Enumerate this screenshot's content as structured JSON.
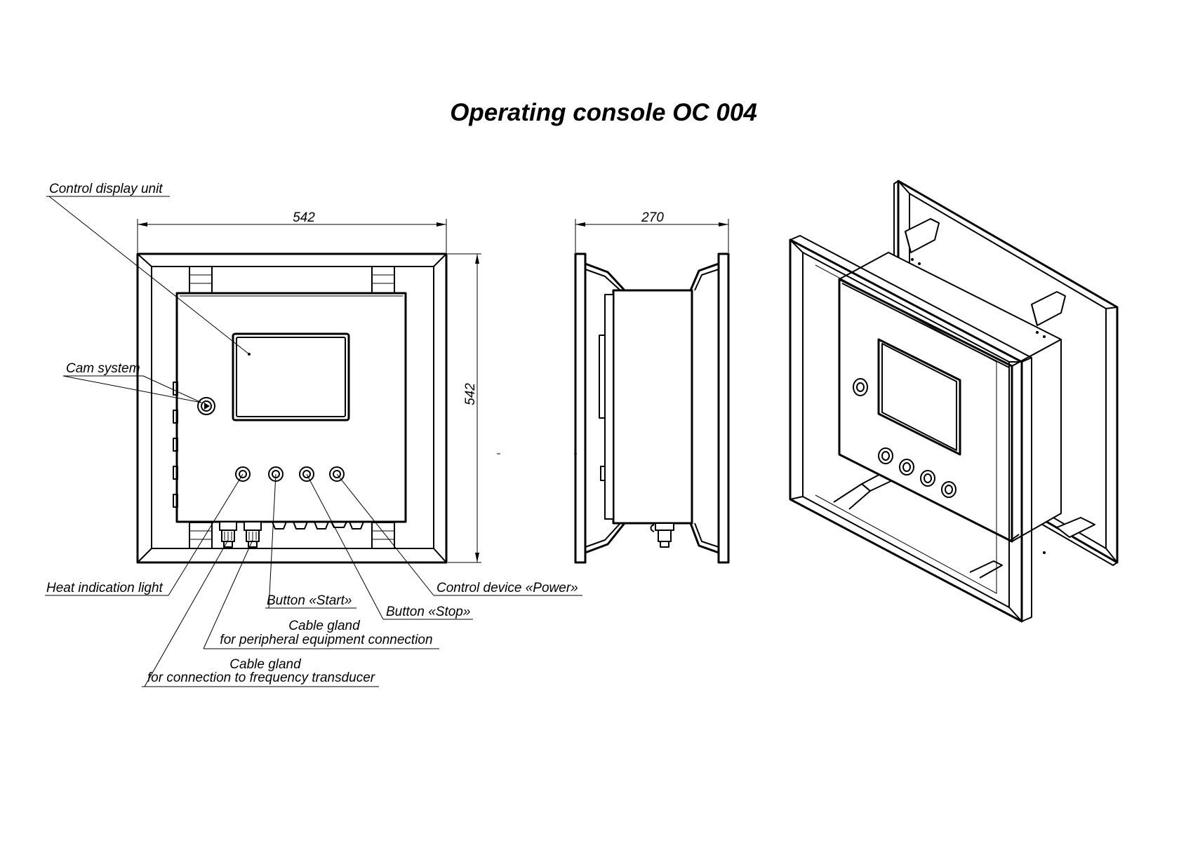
{
  "title": "Operating console OC 004",
  "dimensions": {
    "front_width": "542",
    "front_height": "542",
    "side_depth": "270"
  },
  "labels": {
    "control_display_unit": "Control display unit",
    "cam_system": "Cam system",
    "heat_indication_light": "Heat indication light",
    "button_start": "Button «Start»",
    "button_stop": "Button «Stop»",
    "control_device_power": "Control device «Power»",
    "cable_gland_peripheral_line1": "Cable gland",
    "cable_gland_peripheral_line2": "for peripheral equipment connection",
    "cable_gland_frequency_line1": "Cable gland",
    "cable_gland_frequency_line2": "for connection to frequency transducer"
  },
  "icons": [
    "cam-lock-icon",
    "indicator-light-icon",
    "push-button-icon",
    "cable-gland-icon"
  ]
}
